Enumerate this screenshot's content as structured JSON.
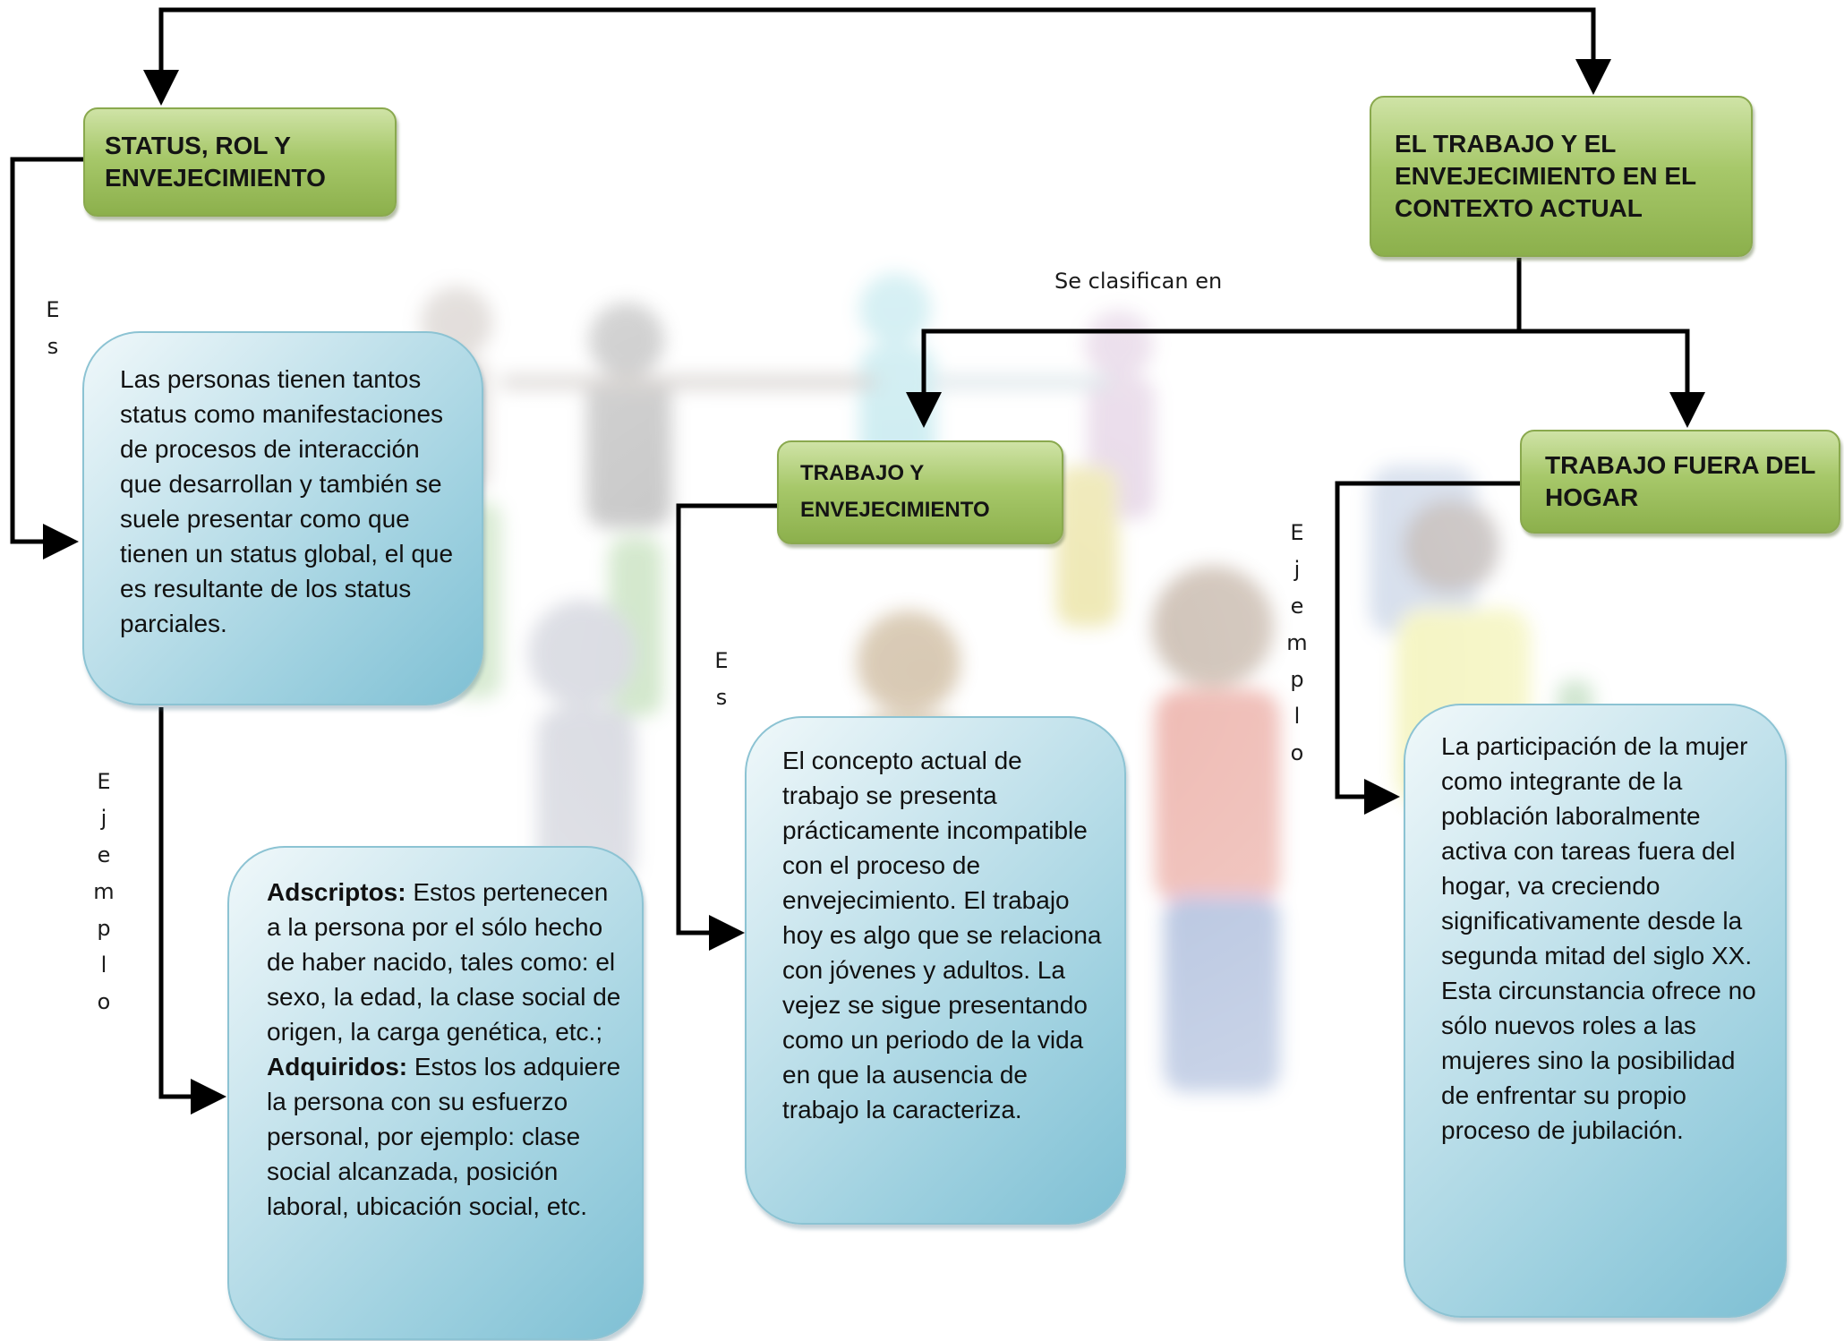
{
  "nodes": {
    "status_rol": "STATUS, ROL Y ENVEJECIMIENTO",
    "trabajo_contexto": "EL TRABAJO Y EL ENVEJECIMIENTO EN EL CONTEXTO ACTUAL",
    "trabajo_envejecimiento": "TRABAJO Y ENVEJECIMIENTO",
    "trabajo_fuera": "TRABAJO FUERA DEL HOGAR"
  },
  "boxes": {
    "status_def": "Las personas tienen tantos status como manifestaciones de procesos de interacción que desarrollan y también se suele presentar como que tienen un status global, el que es resultante de los status parciales.",
    "status_ejemplo": {
      "term1": "Adscriptos:",
      "text1": " Estos pertenecen a la persona por el sólo hecho de haber nacido, tales como: el sexo, la edad, la clase social de origen, la carga genética, etc.; ",
      "term2": "Adquiridos:",
      "text2": " Estos los adquiere la persona con su esfuerzo personal, por ejemplo: clase social alcanzada, posición laboral, ubicación social, etc."
    },
    "trabajo_def": "El concepto actual de trabajo se presenta prácticamente incompatible con el proceso de envejecimiento. El trabajo hoy es algo que se relaciona con jóvenes y adultos. La vejez se sigue presentando como un periodo de la vida en que la ausencia de trabajo la caracteriza.",
    "fuera_ejemplo": "La participación de la mujer como integrante de la población laboralmente activa con tareas fuera del hogar, va creciendo significativamente desde la segunda mitad del siglo XX. Esta circunstancia ofrece no sólo nuevos roles a las mujeres sino la posibilidad de enfrentar su propio proceso de jubilación."
  },
  "connectors": {
    "es": "Es",
    "ejemplo": "Ejemplo",
    "se_clasifican": "Se clasifican en"
  },
  "colors": {
    "green_node": "#a7c86a",
    "blue_box": "#9fd1e0",
    "connector": "#000000"
  }
}
